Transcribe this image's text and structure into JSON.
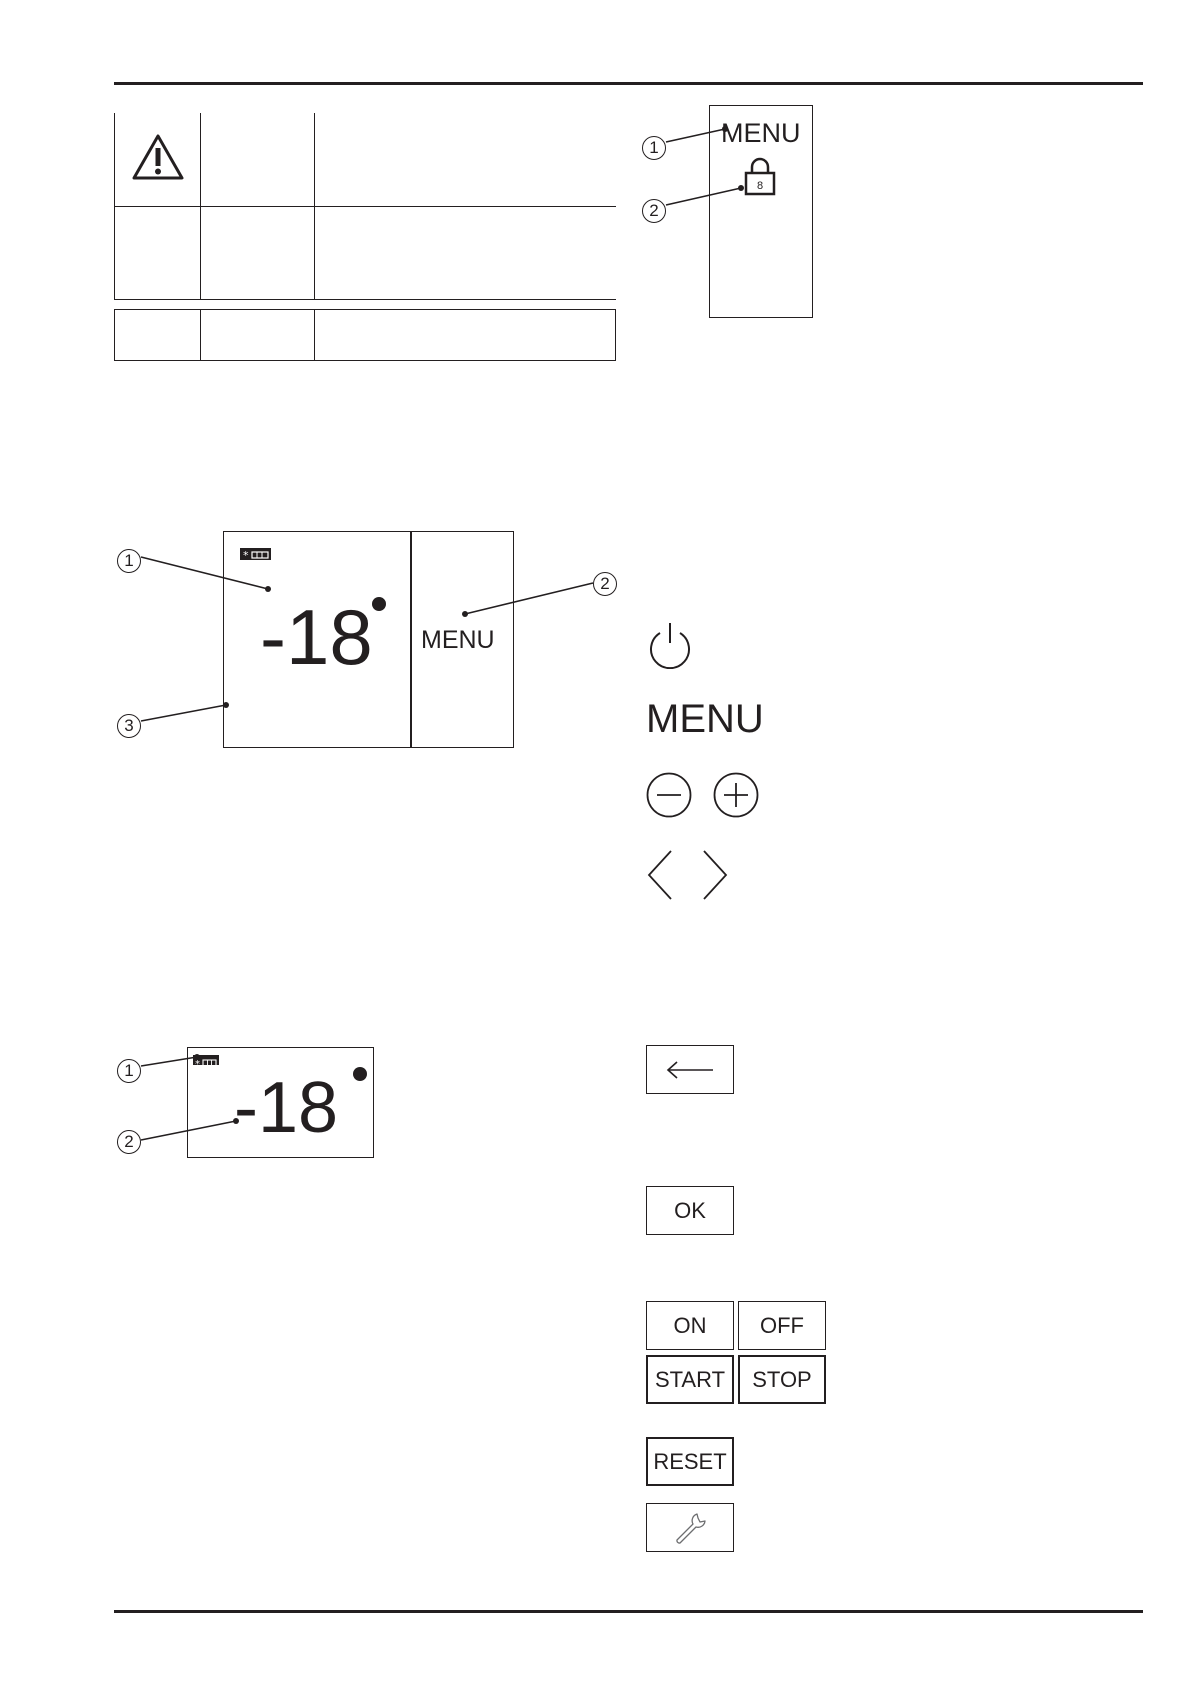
{
  "top_panel": {
    "menu_label": "MENU"
  },
  "callouts": {
    "one": "1",
    "two": "2",
    "three": "3"
  },
  "display_large": {
    "temperature": "-18",
    "menu_label": "MENU"
  },
  "display_small": {
    "temperature": "-18"
  },
  "key_legend": {
    "menu_label": "MENU",
    "ok_label": "OK",
    "on_label": "ON",
    "off_label": "OFF",
    "start_label": "START",
    "stop_label": "STOP",
    "reset_label": "RESET"
  },
  "icons": [
    "warning-icon",
    "lock-icon",
    "power-icon",
    "minus-icon",
    "plus-icon",
    "chevron-left-icon",
    "chevron-right-icon",
    "back-arrow-icon",
    "wrench-icon",
    "snowflake-icon"
  ]
}
